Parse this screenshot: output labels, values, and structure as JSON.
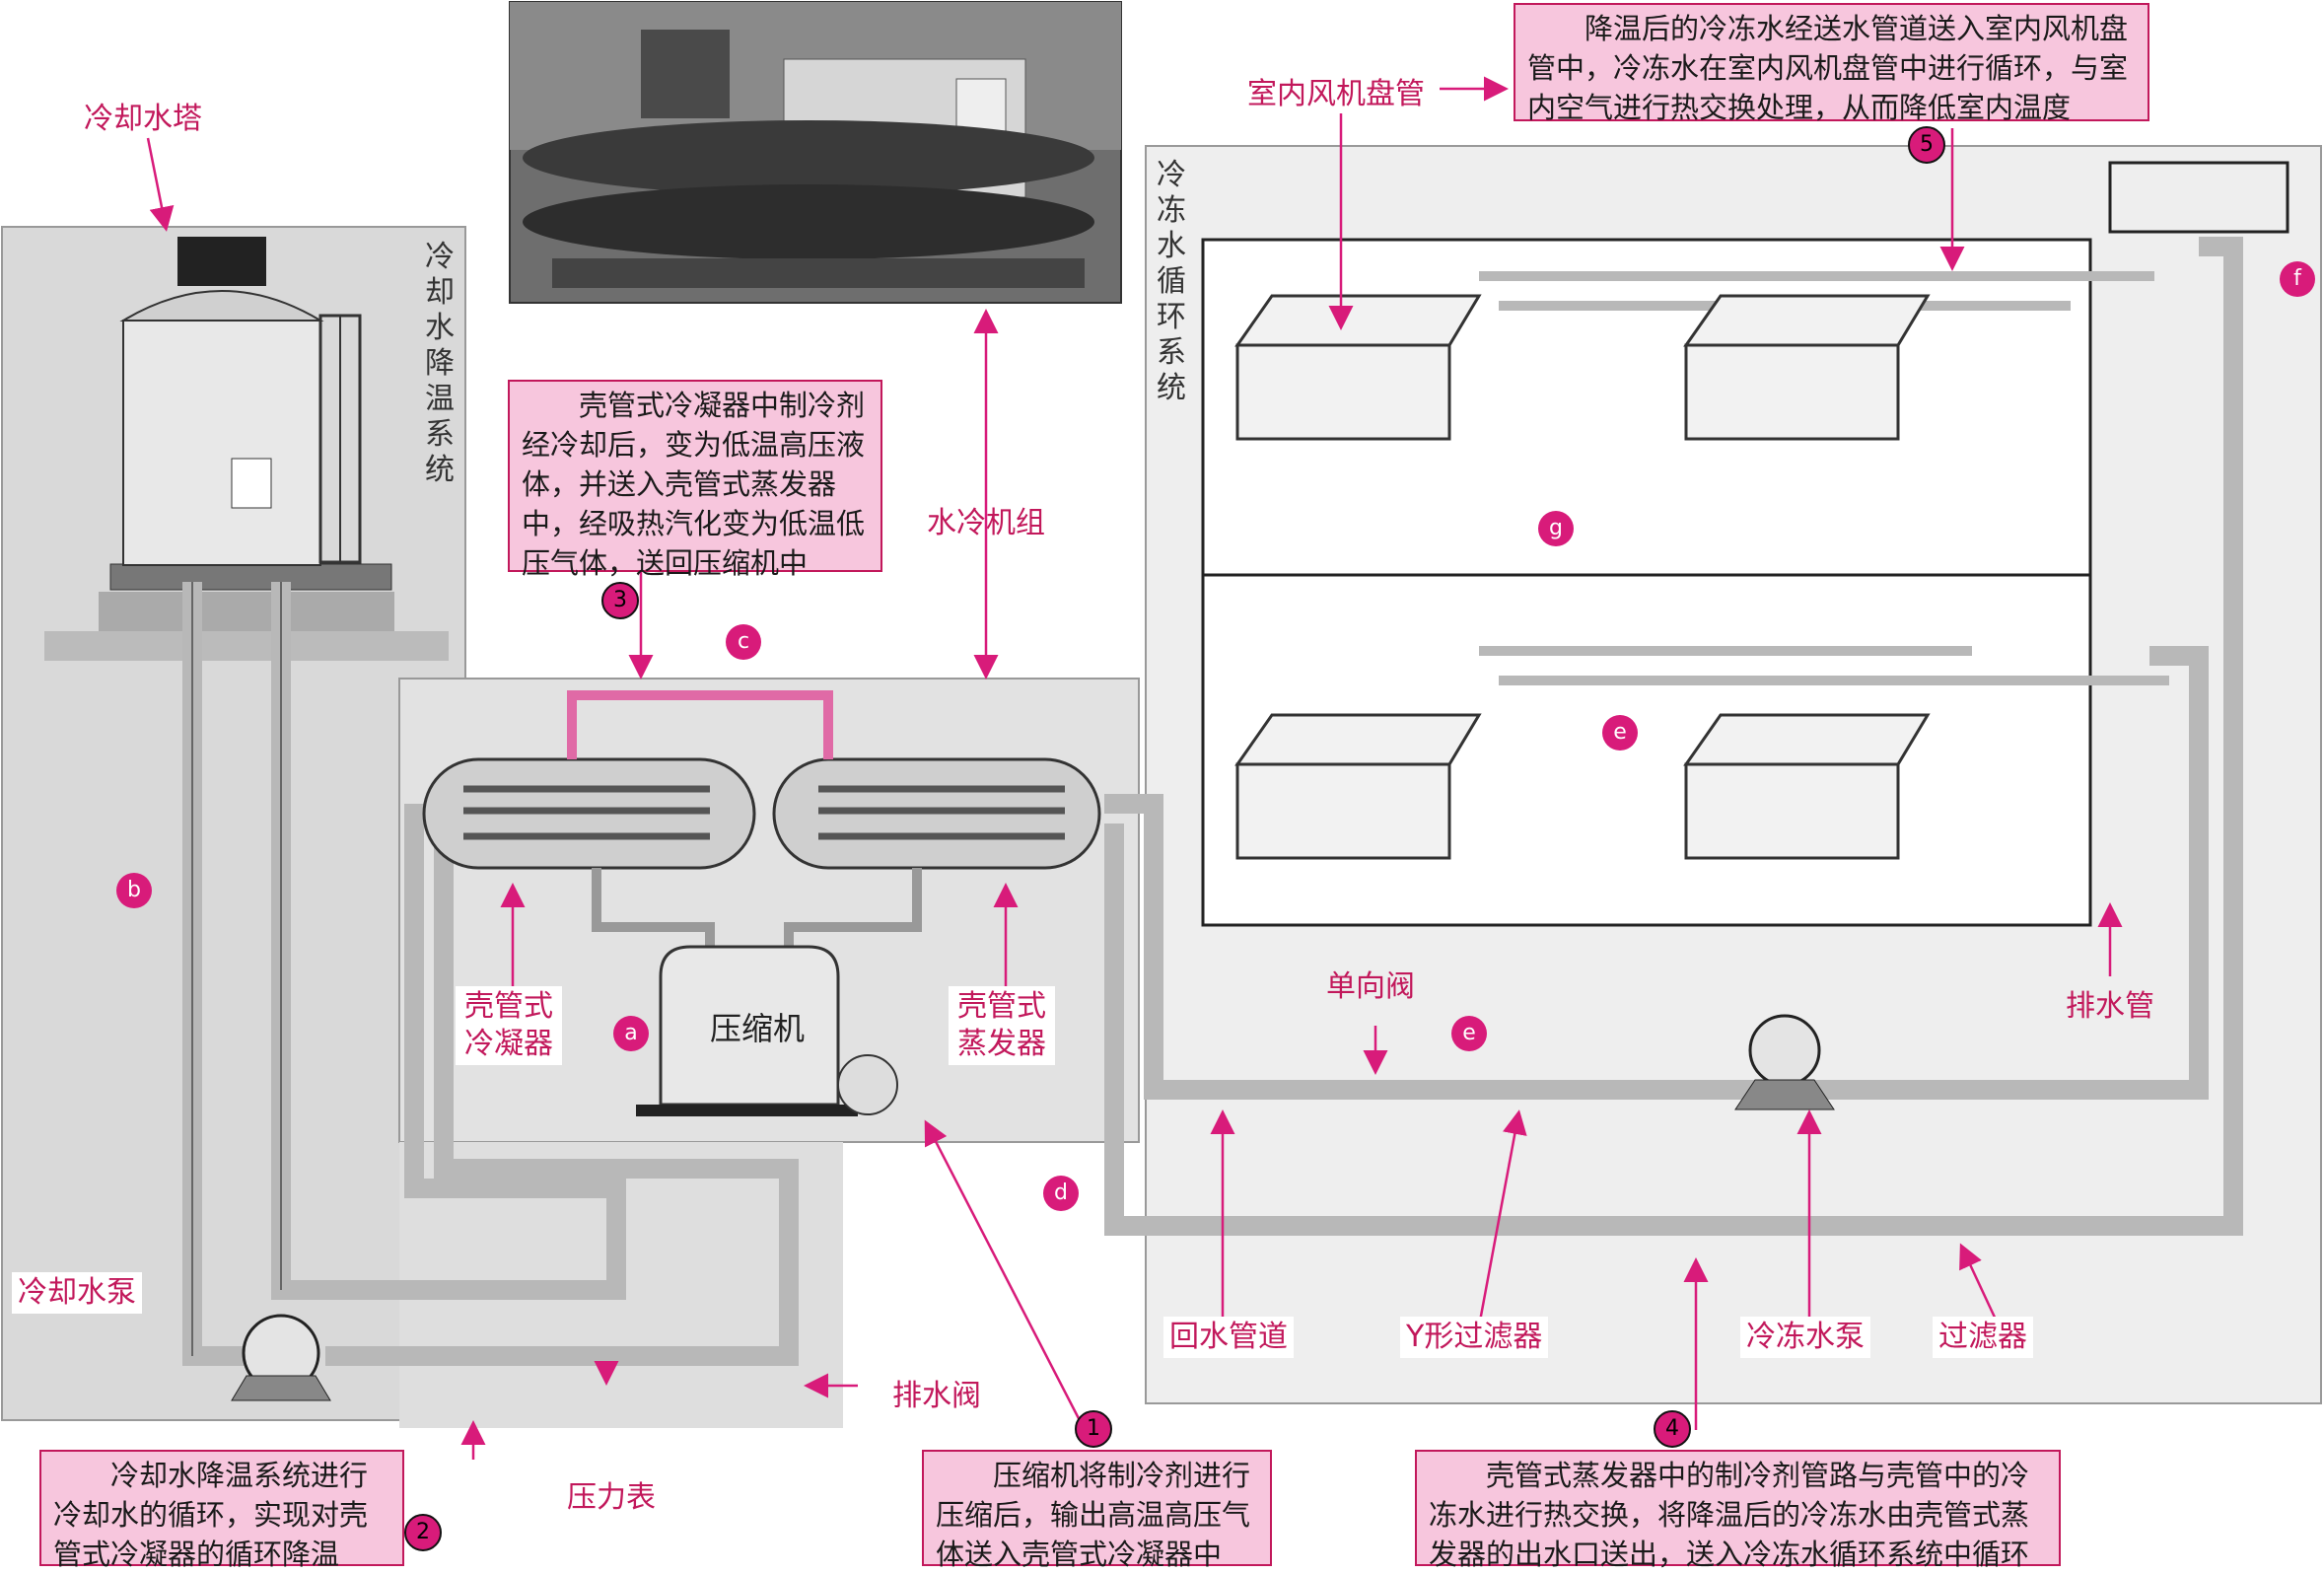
{
  "systems": {
    "cooling_system_title": "冷却水降温系统",
    "chilled_system_title": "冷冻水循环系统"
  },
  "labels": {
    "cooling_tower": "冷却水塔",
    "water_chiller_unit": "水冷机组",
    "indoor_fan_coil": "室内风机盘管",
    "cooling_water_pump": "冷却水泵",
    "pressure_gauge": "压力表",
    "drain_valve": "排水阀",
    "shell_tube_condenser": "壳管式冷凝器",
    "shell_tube_evaporator": "壳管式蒸发器",
    "compressor": "压缩机",
    "check_valve": "单向阀",
    "return_pipe": "回水管道",
    "y_filter": "Y形过滤器",
    "chilled_water_pump": "冷冻水泵",
    "filter": "过滤器",
    "drain_pipe": "排水管"
  },
  "notes": {
    "note1": "压缩机将制冷剂进行压缩后，输出高温高压气体送入壳管式冷凝器中",
    "note2": "冷却水降温系统进行冷却水的循环，实现对壳管式冷凝器的循环降温",
    "note3": "壳管式冷凝器中制冷剂经冷却后，变为低温高压液体，并送入壳管式蒸发器中，经吸热汽化变为低温低压气体，送回压缩机中",
    "note4": "壳管式蒸发器中的制冷剂管路与壳管中的冷冻水进行热交换，将降温后的冷冻水由壳管式蒸发器的出水口送出，送入冷冻水循环系统中循环",
    "note5": "降温后的冷冻水经送水管道送入室内风机盘管中，冷冻水在室内风机盘管中进行循环，与室内空气进行热交换处理，从而降低室内温度"
  },
  "step_numbers": [
    "1",
    "2",
    "3",
    "4",
    "5"
  ],
  "point_markers": [
    "a",
    "b",
    "c",
    "d",
    "e",
    "e",
    "f",
    "g"
  ],
  "colors": {
    "accent": "#d81b7a",
    "note_fill": "#f7c6dd",
    "note_border": "#c2185b",
    "pipe": "#b8b8b8",
    "panel": "#dcdcdc"
  }
}
